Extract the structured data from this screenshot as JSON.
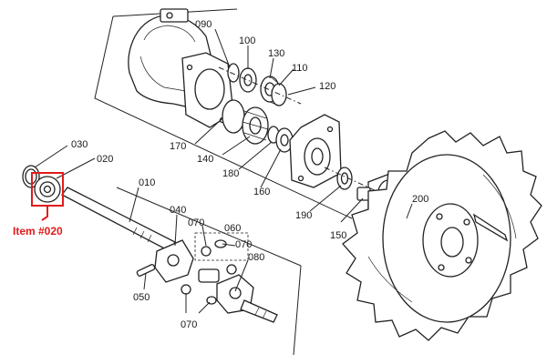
{
  "callouts": {
    "p090": "090",
    "p100": "100",
    "p130": "130",
    "p110": "110",
    "p120": "120",
    "p170": "170",
    "p140": "140",
    "p180": "180",
    "p160": "160",
    "p190": "190",
    "p150": "150",
    "p200": "200",
    "p030": "030",
    "p020": "020",
    "p010": "010",
    "p040": "040",
    "p070a": "070",
    "p060": "060",
    "p070b": "070",
    "p080": "080",
    "p050": "050",
    "p070c": "070"
  },
  "highlight": {
    "label": "Item #020",
    "color": "#e01b1b"
  }
}
